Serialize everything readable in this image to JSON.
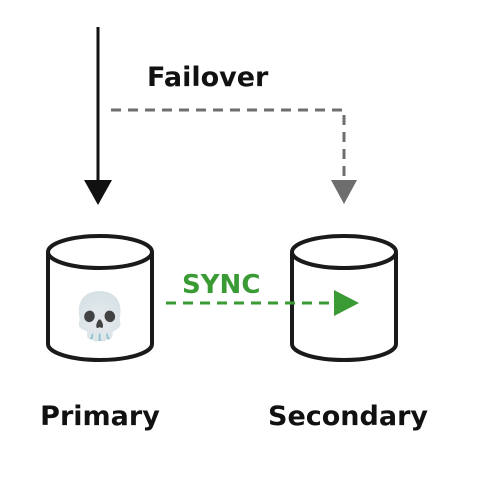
{
  "labels": {
    "failover": "Failover",
    "sync": "SYNC",
    "primary": "Primary",
    "secondary": "Secondary"
  },
  "icons": {
    "primary_status": "skull-icon",
    "primary_status_glyph": "💀"
  },
  "colors": {
    "stroke": "#1a1a1a",
    "failover_line": "#6e6e6e",
    "sync": "#3a9a34",
    "text": "#111111"
  }
}
